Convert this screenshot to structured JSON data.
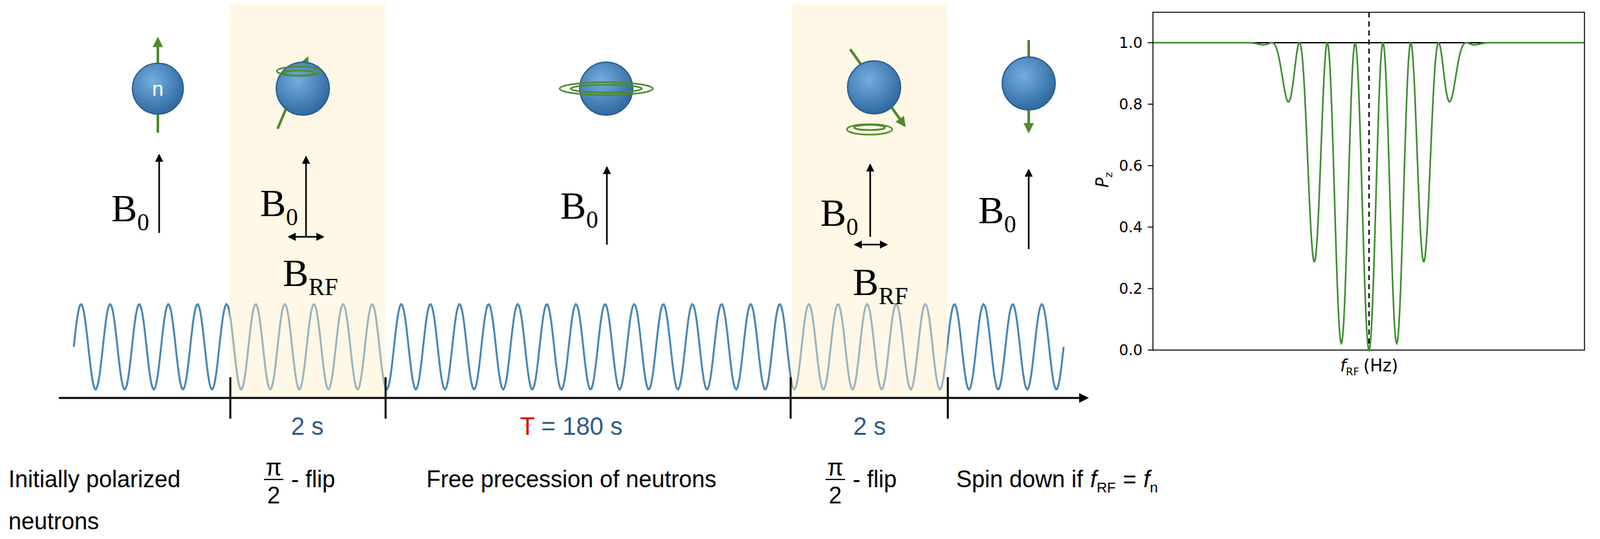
{
  "diagram": {
    "nodes": [
      {
        "text": [
          "n"
        ]
      }
    ],
    "labels": [
      "B",
      "0",
      "B",
      "0",
      "B",
      "RF",
      "B",
      "0",
      "B",
      "0",
      "B",
      "RF",
      "B",
      "0",
      "2 s",
      "T",
      "= 180 s",
      "2 s",
      "Initially polarized neutrons",
      "π",
      "2",
      "- flip",
      "Free precession of neutrons",
      "π",
      "2",
      "- flip",
      "Spin down if",
      "f",
      "RF",
      "=",
      "f",
      "n",
      "1.0",
      "0.8",
      "0.6",
      "0.4",
      "0.2",
      "0.0",
      "P",
      "z",
      "f",
      "RF",
      "(Hz)"
    ]
  }
}
